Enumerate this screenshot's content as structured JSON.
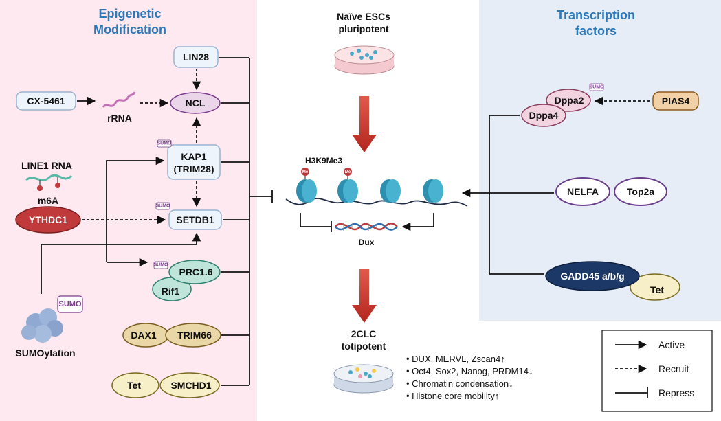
{
  "panels": {
    "left_title": [
      "Epigenetic",
      "Modification"
    ],
    "right_title": [
      "Transcription",
      "factors"
    ]
  },
  "nodes": {
    "lin28": "LIN28",
    "ncl": "NCL",
    "cx5461": "CX-5461",
    "rrna": "rRNA",
    "kap1": [
      "KAP1",
      "(TRIM28)"
    ],
    "line1": "LINE1 RNA",
    "m6a": "m6A",
    "ythdc1": "YTHDC1",
    "setdb1": "SETDB1",
    "prc16": "PRC1.6",
    "rif1": "Rif1",
    "dax1": "DAX1",
    "trim66": "TRIM66",
    "tet_left": "Tet",
    "smchd1": "SMCHD1",
    "sumoylation": "SUMOylation",
    "sumo_big": "SUMO",
    "sumo_tag": "SUMO",
    "dppa2": "Dppa2",
    "dppa4": "Dppa4",
    "pias4": "PIAS4",
    "nelfa": "NELFA",
    "top2a": "Top2a",
    "gadd45": "GADD45 a/b/g",
    "tet_right": "Tet"
  },
  "center": {
    "naive_esc": [
      "Naïve ESCs",
      "pluripotent"
    ],
    "h3k9": "H3K9Me3",
    "me": "Me",
    "dux": "Dux",
    "clc": [
      "2CLC",
      "totipotent"
    ],
    "bullets": [
      "DUX, MERVL, Zscan4↑",
      "Oct4, Sox2, Nanog, PRDM14↓",
      "Chromatin condensation↓",
      "Histone core mobility↑"
    ]
  },
  "legend": {
    "active": "Active",
    "recruit": "Recruit",
    "repress": "Repress"
  },
  "colors": {
    "left_panel": "#fde9ef",
    "right_panel": "#e6edf6",
    "title": "#2e78b7",
    "ythdc1": "#c0393b",
    "gadd45": "#1c3866",
    "arrow_red": "#c0392b"
  }
}
